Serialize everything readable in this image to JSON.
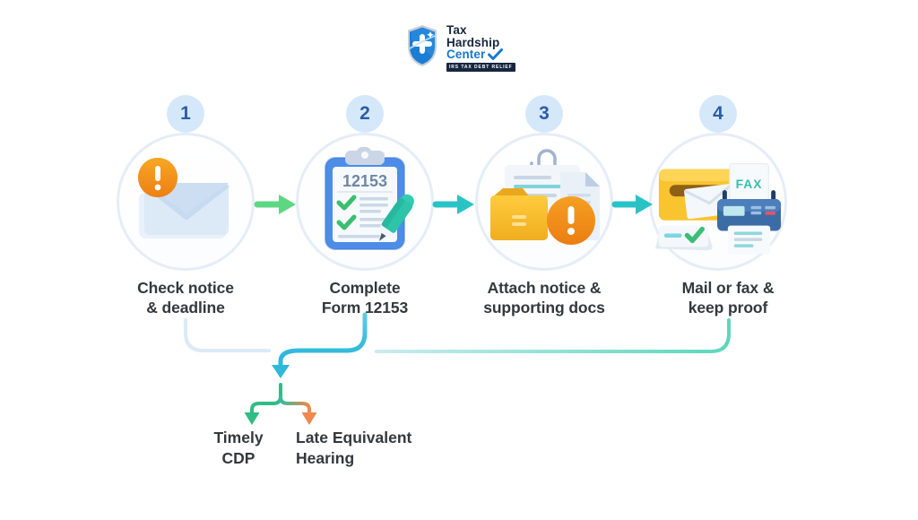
{
  "logo": {
    "brand_line1": "Tax",
    "brand_line2": "Hardship",
    "brand_line3": "Center",
    "tagline": "IRS TAX DEBT RELIEF"
  },
  "steps": [
    {
      "number": "1",
      "label_line1": "Check notice",
      "label_line2": "& deadline",
      "icon": "envelope-alert-icon"
    },
    {
      "number": "2",
      "label_line1": "Complete",
      "label_line2": "Form 12153",
      "icon": "clipboard-form-icon",
      "form_number": "12153"
    },
    {
      "number": "3",
      "label_line1": "Attach notice &",
      "label_line2": "supporting docs",
      "icon": "documents-folder-alert-icon"
    },
    {
      "number": "4",
      "label_line1": "Mail or fax &",
      "label_line2": "keep proof",
      "icon": "mail-fax-icon",
      "fax_label": "FAX"
    }
  ],
  "outcomes": [
    {
      "label_line1": "Timely",
      "label_line2": "CDP"
    },
    {
      "label_line1": "Late Equivalent",
      "label_line2": "Hearing"
    }
  ],
  "colors": {
    "light_blue_line": "#DCE9F7",
    "cyan": "#2EB8DC",
    "mint": "#5BD7BC",
    "mint_light": "#C9ECEF",
    "green": "#2EBD85",
    "green_mid": "#2FBF9B",
    "orange": "#F0874C",
    "arrow_green": "#5ED782",
    "arrow_teal": "#29C3C6",
    "badge_bg": "#D5E8FA",
    "badge_text": "#2B5CA7",
    "alert_orange": "#F29120",
    "brand_navy": "#16263F",
    "brand_blue": "#1878D1"
  }
}
